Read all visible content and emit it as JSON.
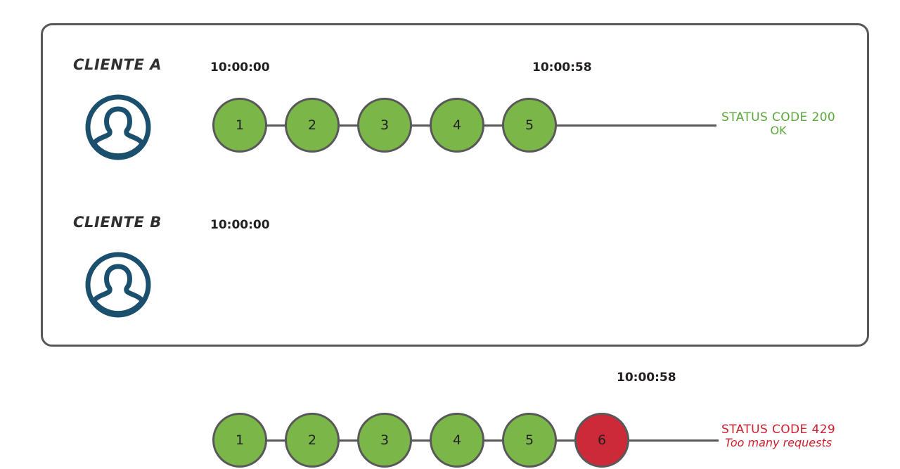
{
  "diagram": {
    "title": "Rate limiting request timeline",
    "colors": {
      "frame_border": "#58585a",
      "node_ok": "#7ab648",
      "node_error": "#cc2a38",
      "node_border": "#58585a",
      "avatar": "#1b4f6e",
      "status_ok_text": "#5aa83c",
      "status_error_text": "#d01f2d",
      "label_text": "#2f2f31",
      "background": "#ffffff"
    },
    "rows": [
      {
        "id": "client-a",
        "label": "CLIENTE A",
        "avatar_icon": "user-avatar-icon",
        "time_start": "10:00:00",
        "time_end": "10:00:58",
        "nodes": [
          {
            "label": "1",
            "state": "ok"
          },
          {
            "label": "2",
            "state": "ok"
          },
          {
            "label": "3",
            "state": "ok"
          },
          {
            "label": "4",
            "state": "ok"
          },
          {
            "label": "5",
            "state": "ok"
          }
        ],
        "status": {
          "line1": "STATUS CODE 200",
          "line2": "OK",
          "state": "ok"
        }
      },
      {
        "id": "client-b",
        "label": "CLIENTE B",
        "avatar_icon": "user-avatar-icon",
        "time_start": "10:00:00",
        "time_end": "10:00:58",
        "nodes": [
          {
            "label": "1",
            "state": "ok"
          },
          {
            "label": "2",
            "state": "ok"
          },
          {
            "label": "3",
            "state": "ok"
          },
          {
            "label": "4",
            "state": "ok"
          },
          {
            "label": "5",
            "state": "ok"
          },
          {
            "label": "6",
            "state": "error"
          }
        ],
        "status": {
          "line1": "STATUS CODE 429",
          "line2": "Too many requests",
          "state": "error"
        }
      }
    ]
  }
}
